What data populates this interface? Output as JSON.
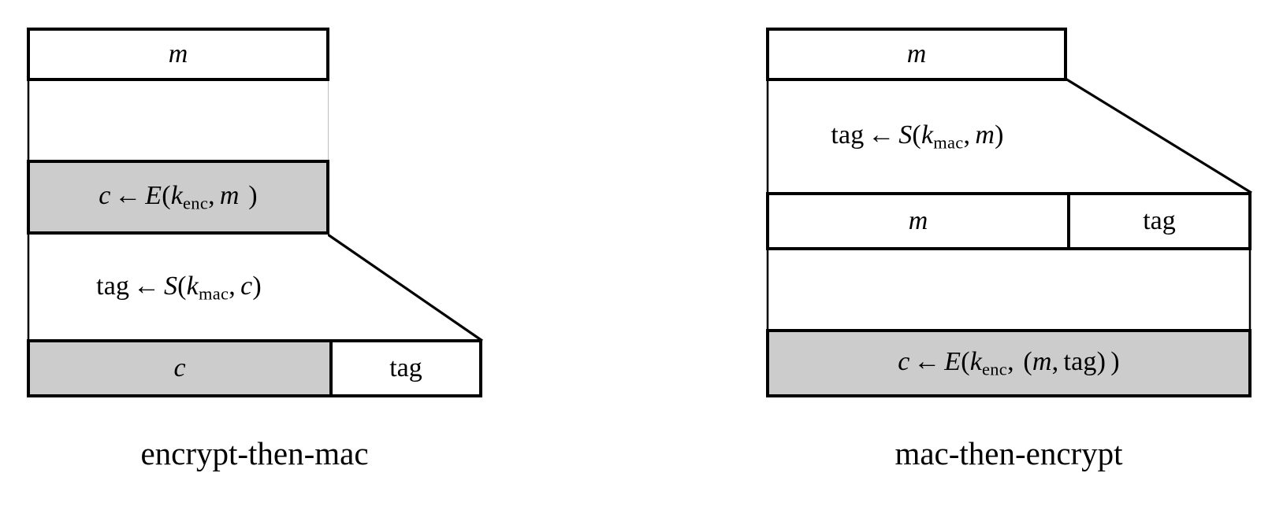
{
  "figure": {
    "background": "#ffffff",
    "line_color": "#000000",
    "shaded_fill": "#cccccc",
    "unshaded_fill": "#ffffff"
  },
  "panels": [
    {
      "id": "encrypt-then-mac",
      "caption": "encrypt-then-mac",
      "rows": [
        {
          "id": "plaintext",
          "kind": "box",
          "shaded": false,
          "cells": [
            {
              "label": "m",
              "style": "italic",
              "shaded": false
            }
          ]
        },
        {
          "id": "encrypt-operation",
          "kind": "gap",
          "formula": {
            "lhs": "c",
            "arrow": "←",
            "fn": "E",
            "args": [
              "k",
              "enc",
              "m"
            ],
            "plain": "c ← E(k_enc, m )"
          }
        },
        {
          "id": "ciphertext",
          "kind": "box",
          "shaded": true,
          "cells": [
            {
              "label": "c ← E(k_enc, m )",
              "style": "formula",
              "shaded": true
            }
          ]
        },
        {
          "id": "mac-operation",
          "kind": "gap",
          "formula": {
            "lhs": "tag",
            "arrow": "←",
            "fn": "S",
            "args": [
              "k",
              "mac",
              "c"
            ],
            "plain": "tag ← S(k_mac, c)"
          }
        },
        {
          "id": "output",
          "kind": "box-split",
          "cells": [
            {
              "label": "c",
              "style": "italic",
              "shaded": true
            },
            {
              "label": "tag",
              "style": "upright",
              "shaded": false
            }
          ]
        }
      ]
    },
    {
      "id": "mac-then-encrypt",
      "caption": "mac-then-encrypt",
      "rows": [
        {
          "id": "plaintext",
          "kind": "box",
          "shaded": false,
          "cells": [
            {
              "label": "m",
              "style": "italic",
              "shaded": false
            }
          ]
        },
        {
          "id": "mac-operation",
          "kind": "gap",
          "formula": {
            "lhs": "tag",
            "arrow": "←",
            "fn": "S",
            "args": [
              "k",
              "mac",
              "m"
            ],
            "plain": "tag ← S(k_mac, m)"
          }
        },
        {
          "id": "message-and-tag",
          "kind": "box-split",
          "cells": [
            {
              "label": "m",
              "style": "italic",
              "shaded": false
            },
            {
              "label": "tag",
              "style": "upright",
              "shaded": false
            }
          ]
        },
        {
          "id": "encrypt-operation",
          "kind": "gap",
          "formula": {
            "lhs": "c",
            "arrow": "←",
            "fn": "E",
            "args": [
              "k",
              "enc",
              "(m, tag)"
            ],
            "plain": "c ← E(k_enc,  (m, tag) )"
          }
        },
        {
          "id": "ciphertext",
          "kind": "box",
          "shaded": true,
          "cells": [
            {
              "label": "c ← E(k_enc,  (m, tag) )",
              "style": "formula",
              "shaded": true
            }
          ]
        }
      ]
    }
  ],
  "labels": {
    "m": "m",
    "c": "c",
    "tag": "tag",
    "arrow": "←",
    "E": "E",
    "S": "S",
    "k": "k",
    "sub_enc": "enc",
    "sub_mac": "mac",
    "lparen": "(",
    "rparen": ")",
    "comma": ","
  },
  "captions": {
    "left": "encrypt-then-mac",
    "right": "mac-then-encrypt"
  }
}
